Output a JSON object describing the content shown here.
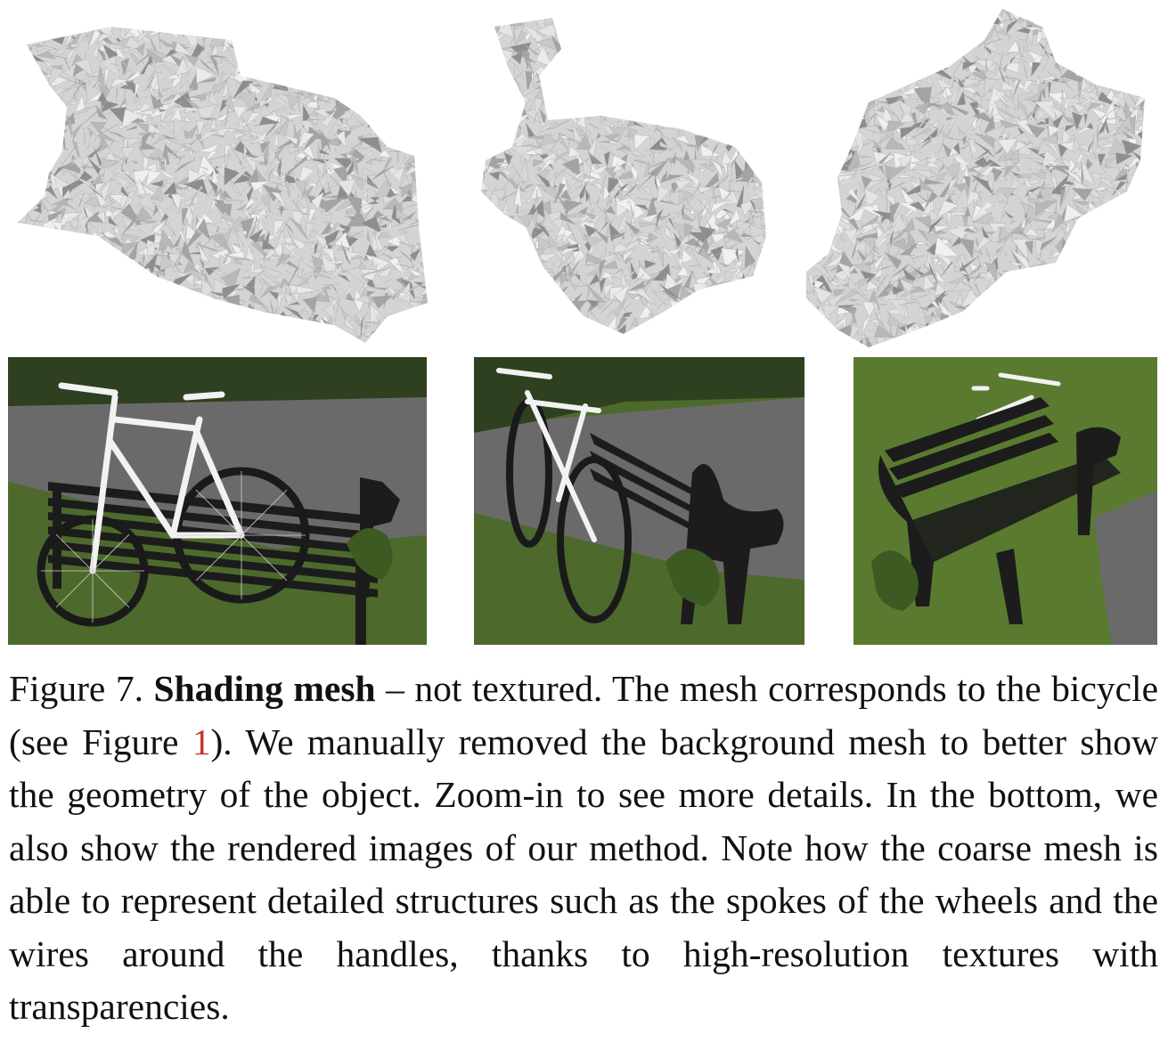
{
  "caption": {
    "label": "Figure 7.",
    "bold_title": "Shading mesh",
    "part1": " – not textured. The mesh corresponds to the bicycle (see Figure ",
    "ref": "1",
    "part2": "). We manually removed the background mesh to better show the geometry of the object. Zoom-in to see more details. In the bottom, we also show the rendered images of our method. Note how the coarse mesh is able to represent detailed structures such as the spokes of the wheels and the wires around the handles, thanks to high-resolution textures with transparencies."
  },
  "colors": {
    "mesh_light": "#e6e6e6",
    "mesh_mid": "#c4c4c4",
    "mesh_dark": "#8e8e8e",
    "grass": "#4d6a2c",
    "path": "#6b6a6a",
    "bench": "#1c1c1c",
    "bike_frame": "#f2f2f2",
    "ref_link": "#c0392b"
  }
}
